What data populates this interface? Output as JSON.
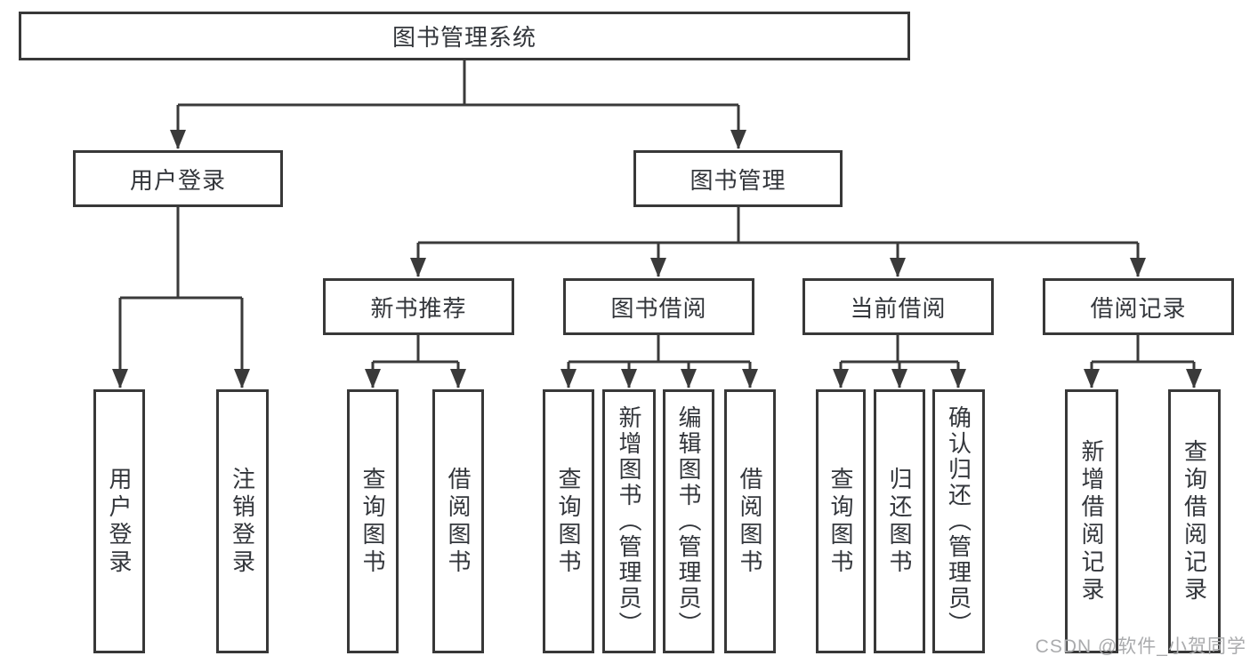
{
  "diagram": {
    "colors": {
      "line": "#3a3a3a",
      "box_border": "#383838",
      "text": "#33363b",
      "watermark": "#aaabad",
      "background": "#ffffff"
    },
    "tree": {
      "root": {
        "label": "图书管理系统",
        "children": {
          "user_login": {
            "label": "用户登录",
            "children": {
              "login": {
                "label": "用户登录"
              },
              "logout": {
                "label": "注销登录"
              }
            }
          },
          "book_management": {
            "label": "图书管理",
            "children": {
              "new_book_rec": {
                "label": "新书推荐",
                "children": {
                  "query_books": {
                    "label": "查询图书"
                  },
                  "borrow_books": {
                    "label": "借阅图书"
                  }
                }
              },
              "book_borrowing": {
                "label": "图书借阅",
                "children": {
                  "query_books": {
                    "label": "查询图书"
                  },
                  "add_books_admin": {
                    "label": "新增图书（管理员）"
                  },
                  "edit_books_admin": {
                    "label": "编辑图书（管理员）"
                  },
                  "borrow_books": {
                    "label": "借阅图书"
                  }
                }
              },
              "current_borrowing": {
                "label": "当前借阅",
                "children": {
                  "query_books": {
                    "label": "查询图书"
                  },
                  "return_books": {
                    "label": "归还图书"
                  },
                  "confirm_return_admin": {
                    "label": "确认归还（管理员）"
                  }
                }
              },
              "borrowing_records": {
                "label": "借阅记录",
                "children": {
                  "add_borrow_record": {
                    "label": "新增借阅记录"
                  },
                  "query_borrow_record": {
                    "label": "查询借阅记录"
                  }
                }
              }
            }
          }
        }
      }
    },
    "watermark": {
      "text": "CSDN @软件_小贺同学"
    }
  }
}
